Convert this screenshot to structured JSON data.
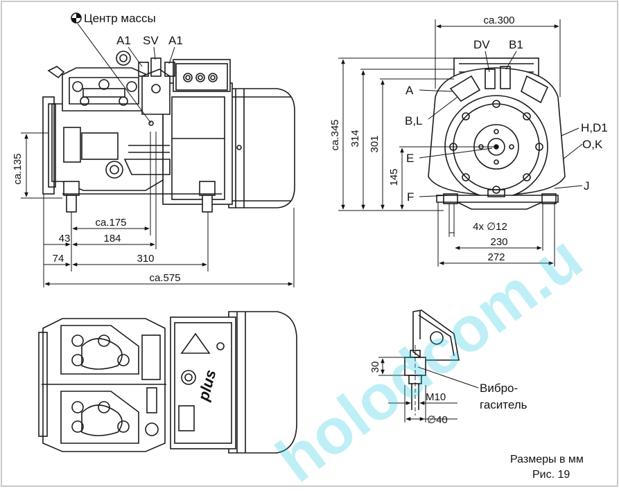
{
  "labels": {
    "center_of_mass": "Центр массы",
    "a1_left": "A1",
    "sv": "SV",
    "a1_right": "A1",
    "dv": "DV",
    "b1": "B1",
    "a": "A",
    "bl": "B,L",
    "hd1": "H,D1",
    "e": "E",
    "ok": "O,K",
    "f": "F",
    "j": "J",
    "damper_line1": "Вибро-",
    "damper_line2": "гаситель"
  },
  "dimensions": {
    "ca135": "ca.135",
    "ca175": "ca.175",
    "d43": "43",
    "d184": "184",
    "d74": "74",
    "d310": "310",
    "ca575": "ca.575",
    "ca300": "ca.300",
    "ca345": "ca.345",
    "d314": "314",
    "d301": "301",
    "d145": "145",
    "holes": "4x ∅12",
    "d230": "230",
    "d272": "272",
    "d30": "30",
    "m10": "M10",
    "d40": "∅40"
  },
  "notes": {
    "units": "Размеры в мм",
    "figure": "Рис. 19"
  },
  "watermark": "holodcom.u",
  "colors": {
    "line": "#1a1a1a",
    "watermark": "#1ec8e0",
    "frame": "#c8c8c8"
  }
}
